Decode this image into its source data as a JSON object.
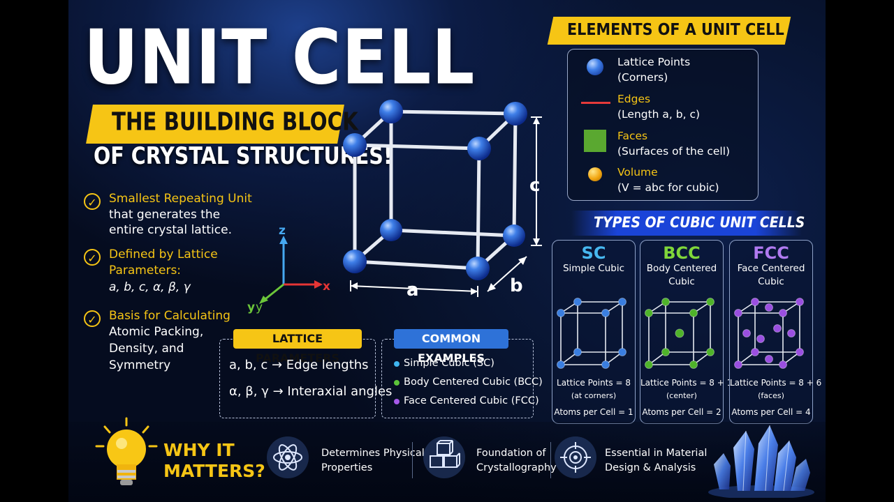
{
  "title": "UNIT CELL",
  "subtitle_line1": "THE BUILDING BLOCK",
  "subtitle_line2": "OF CRYSTAL STRUCTURES!",
  "bullets": [
    {
      "highlight": "Smallest Repeating Unit",
      "lines": [
        "that generates the",
        "entire crystal lattice."
      ]
    },
    {
      "highlight": "Defined by Lattice",
      "highlight2": "Parameters:",
      "lines": [
        "a, b, c, α, β, γ"
      ]
    },
    {
      "highlight": "Basis for Calculating",
      "lines": [
        "Atomic Packing,",
        "Density, and",
        "Symmetry"
      ]
    }
  ],
  "axes": {
    "x": "x",
    "y": "y",
    "z": "z"
  },
  "cube_labels": {
    "a": "a",
    "b": "b",
    "c": "c"
  },
  "lattice_parameters": {
    "label": "LATTICE PARAMETERS",
    "rows": [
      "a, b, c → Edge lengths",
      "α, β, γ → Interaxial angles"
    ]
  },
  "common_examples": {
    "label": "COMMON EXAMPLES",
    "items": [
      "Simple Cubic (SC)",
      "Body Centered Cubic (BCC)",
      "Face Centered Cubic (FCC)"
    ],
    "colors": [
      "#3fb6f0",
      "#5cc43a",
      "#a65ae8"
    ]
  },
  "elements": {
    "heading": "ELEMENTS OF A UNIT CELL",
    "items": [
      {
        "name": "Lattice Points",
        "desc": "(Corners)",
        "icon": "lattice-point-icon"
      },
      {
        "name": "Edges",
        "desc": "(Length a, b, c)",
        "icon": "edge-line-icon"
      },
      {
        "name": "Faces",
        "desc": "(Surfaces of the cell)",
        "icon": "face-square-icon"
      },
      {
        "name": "Volume",
        "desc": "(V = abc for cubic)",
        "icon": "volume-sphere-icon"
      }
    ]
  },
  "types": {
    "heading": "TYPES OF CUBIC UNIT CELLS",
    "cards": [
      {
        "code": "SC",
        "name1": "Simple Cubic",
        "name2": "",
        "points": "Lattice Points = 8",
        "note": "(at corners)",
        "atoms": "Atoms per Cell = 1",
        "color": "#47b8f0",
        "atom": "#3a7ee0"
      },
      {
        "code": "BCC",
        "name1": "Body Centered",
        "name2": "Cubic",
        "points": "Lattice Points = 8 + 1",
        "note": "(center)",
        "atoms": "Atoms per Cell = 2",
        "color": "#7fd63a",
        "atom": "#4fb32a"
      },
      {
        "code": "FCC",
        "name1": "Face Centered",
        "name2": "Cubic",
        "points": "Lattice Points = 8 + 6",
        "note": "(faces)",
        "atoms": "Atoms per Cell = 4",
        "color": "#b07af0",
        "atom": "#9a4fe0"
      }
    ]
  },
  "why": {
    "line1": "WHY IT",
    "line2": "MATTERS?",
    "items": [
      {
        "l1": "Determines Physical",
        "l2": "Properties",
        "icon": "atom-icon"
      },
      {
        "l1": "Foundation of",
        "l2": "Crystallography",
        "icon": "cubes-icon"
      },
      {
        "l1": "Essential in Material",
        "l2": "Design & Analysis",
        "icon": "target-icon"
      }
    ]
  },
  "colors": {
    "accent": "#f6c515",
    "blue": "#1a44d8",
    "panel_border": "#9aa8c8"
  }
}
